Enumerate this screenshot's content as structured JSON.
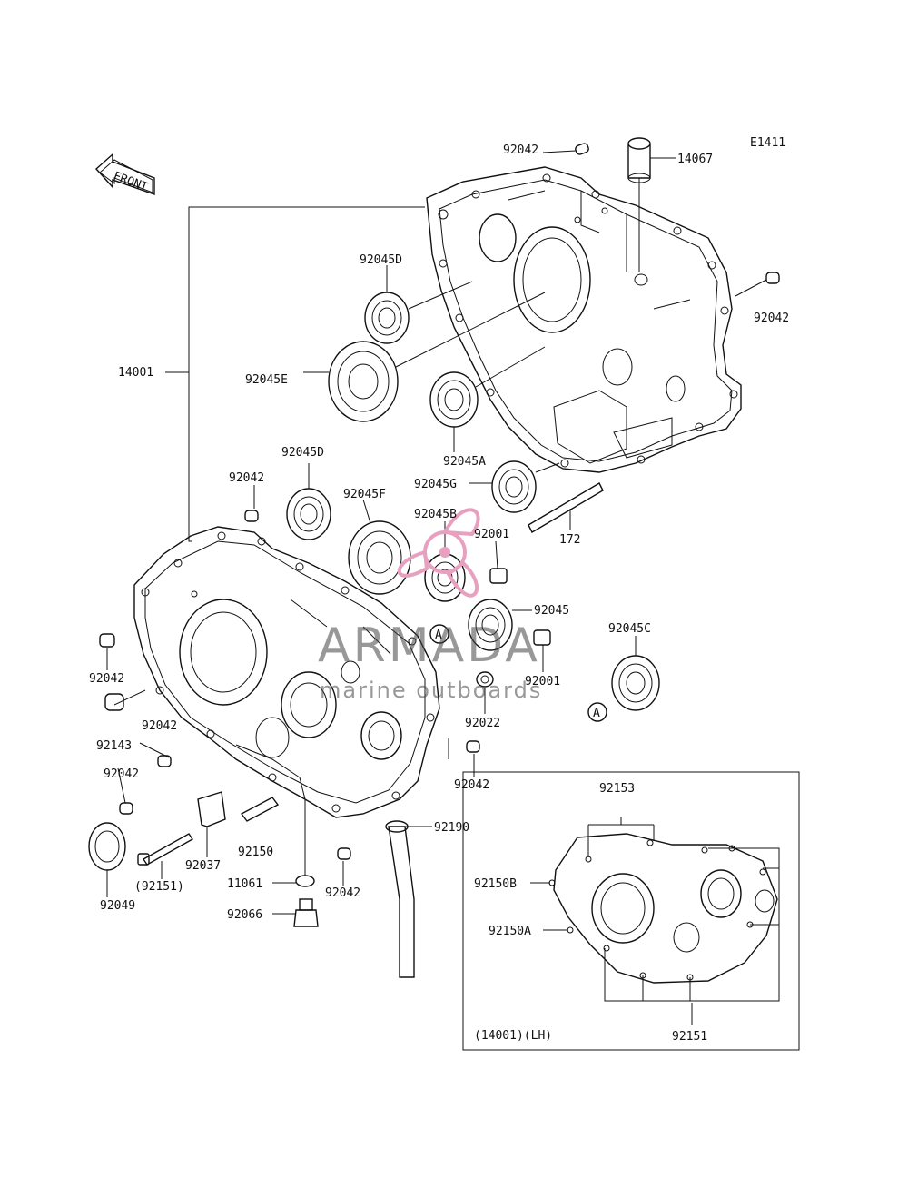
{
  "diagram_code": "E1411",
  "front_arrow": "FRONT",
  "ref_mark": "A",
  "watermark": {
    "brand": "ARMADA",
    "tagline": "marine outboards",
    "logo_color": "#e8a0c0"
  },
  "labels": {
    "p92042_top": "92042",
    "p14067": "14067",
    "p92042_right": "92042",
    "p92045D_top": "92045D",
    "p14001": "14001",
    "p92045E": "92045E",
    "p92045A": "92045A",
    "p92045D_mid": "92045D",
    "p92042_a": "92042",
    "p92045F": "92045F",
    "p92045G": "92045G",
    "p92045B": "92045B",
    "p92001_a": "92001",
    "p172": "172",
    "p92045": "92045",
    "p92045C": "92045C",
    "p92001_b": "92001",
    "p92042_b": "92042",
    "p92022": "92022",
    "p92042_c": "92042",
    "p92143": "92143",
    "p92042_d": "92042",
    "p92042_e": "92042",
    "p92190": "92190",
    "p92037": "92037",
    "p92150": "92150",
    "p92151_paren": "(92151)",
    "p11061": "11061",
    "p92042_f": "92042",
    "p92049": "92049",
    "p92066": "92066",
    "p92153": "92153",
    "p92150B": "92150B",
    "p92150A": "92150A",
    "p92151": "92151",
    "inset_caption": "(14001)(LH)"
  }
}
